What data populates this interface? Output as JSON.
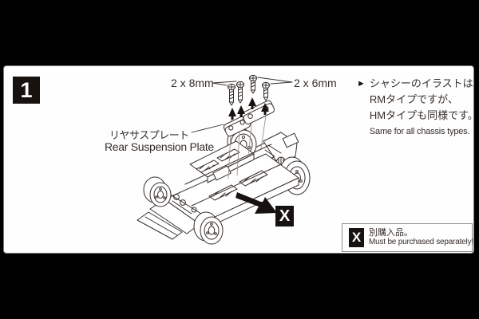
{
  "colors": {
    "background": "#000000",
    "panel": "#fefefe",
    "ink": "#362f2b",
    "black_box": "#171210"
  },
  "step": {
    "number": "1"
  },
  "callouts": {
    "screws_left": "2 x 8mm",
    "screws_right": "2 x 6mm",
    "part_jp": "リヤサスプレート",
    "part_en": "Rear Suspension Plate"
  },
  "note": {
    "bullet": "►",
    "line1_jp": "シャシーのイラストは",
    "line2_jp": "RMタイプですが、",
    "line3_jp": "HMタイプも同様です。",
    "line4_en": "Same for all chassis types."
  },
  "separate_purchase": {
    "symbol": "X",
    "legend_symbol": "X",
    "text_jp": "別購入品。",
    "text_en": "Must be purchased separately!"
  }
}
